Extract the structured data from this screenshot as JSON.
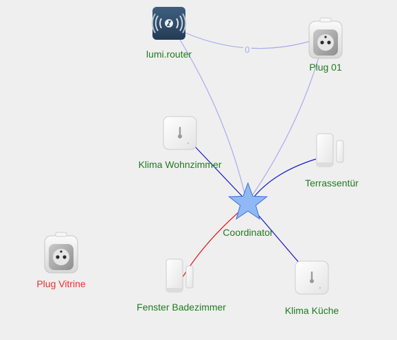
{
  "colors": {
    "background": "#efefef",
    "label_ok": "#1f7a1f",
    "label_offline": "#e8302a",
    "link_strong": "#1414c8",
    "link_weak": "#a9a9ef",
    "link_bad": "#e41414",
    "coordinator_fill": "#8fb8f5",
    "coordinator_stroke": "#3b6fd1"
  },
  "nodes": [
    {
      "id": "router",
      "label": "lumi.router",
      "icon": "router-icon",
      "status": "online"
    },
    {
      "id": "plug01",
      "label": "Plug 01",
      "icon": "smart-plug-icon",
      "status": "online"
    },
    {
      "id": "klima_wohn",
      "label": "Klima Wohnzimmer",
      "icon": "temperature-sensor-icon",
      "status": "online"
    },
    {
      "id": "terrasse",
      "label": "Terrassentür",
      "icon": "door-sensor-icon",
      "status": "online"
    },
    {
      "id": "coordinator",
      "label": "Coordinator",
      "icon": "coordinator-star-icon",
      "status": "online"
    },
    {
      "id": "plug_vitrine",
      "label": "Plug Vitrine",
      "icon": "smart-plug-icon",
      "status": "offline"
    },
    {
      "id": "fenster_bad",
      "label": "Fenster Badezimmer",
      "icon": "door-sensor-icon",
      "status": "online"
    },
    {
      "id": "klima_kueche",
      "label": "Klima Küche",
      "icon": "temperature-sensor-icon",
      "status": "online"
    }
  ],
  "links": [
    {
      "from": "router",
      "to": "plug01",
      "quality": "weak",
      "label": "0"
    },
    {
      "from": "router",
      "to": "coordinator",
      "quality": "weak",
      "label": ""
    },
    {
      "from": "plug01",
      "to": "coordinator",
      "quality": "weak",
      "label": ""
    },
    {
      "from": "klima_wohn",
      "to": "coordinator",
      "quality": "strong",
      "label": ""
    },
    {
      "from": "terrasse",
      "to": "coordinator",
      "quality": "strong",
      "label": ""
    },
    {
      "from": "fenster_bad",
      "to": "coordinator",
      "quality": "bad",
      "label": ""
    },
    {
      "from": "klima_kueche",
      "to": "coordinator",
      "quality": "strong",
      "label": ""
    }
  ]
}
